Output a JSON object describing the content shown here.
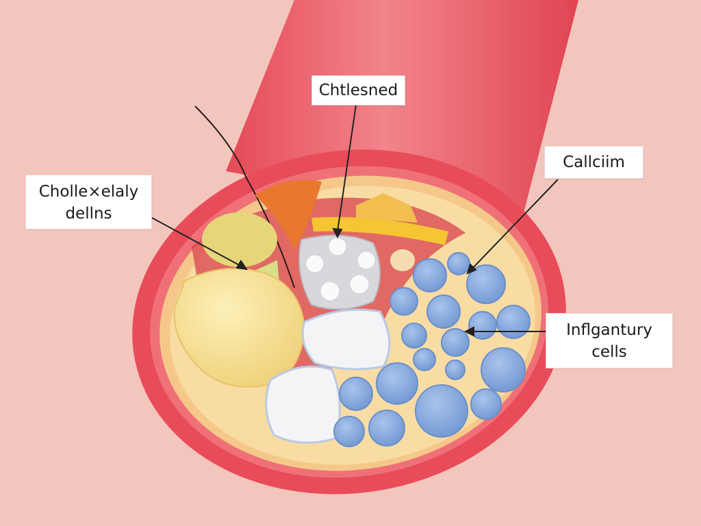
{
  "labels": {
    "top": "Chtlesned",
    "right_top": "Callciim",
    "left_line1": "Cholle×elaly",
    "left_line2": "dellns",
    "right_bottom_line1": "Inflgantury",
    "right_bottom_line2": "cells"
  },
  "colors": {
    "background": "#f3c6bd",
    "vessel": "#ea5560",
    "vessel_highlight": "#f07f86",
    "fat_layer": "#f8dba0",
    "cells": "#8fb0e0",
    "cholesterol": "#f7e7a8"
  }
}
